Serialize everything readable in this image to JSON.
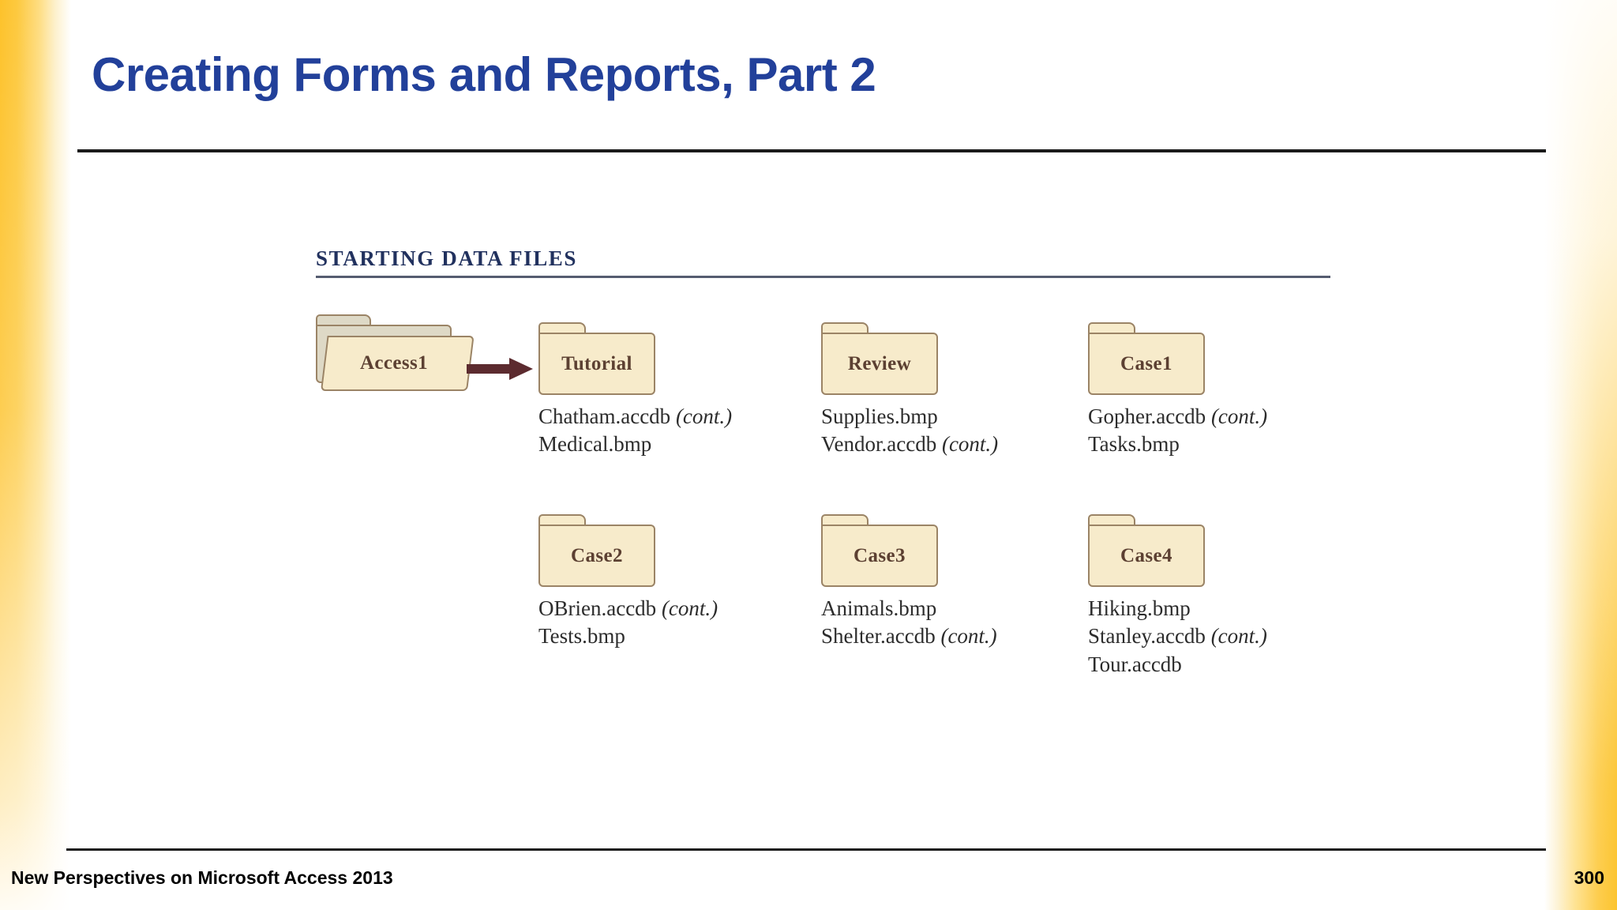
{
  "slide": {
    "title": "Creating Forms and Reports, Part 2",
    "section_heading": "STARTING DATA FILES"
  },
  "colors": {
    "title_blue": "#22409a",
    "heading_navy": "#21315e",
    "band_orange": "#fdc22b",
    "folder_fill": "#f7ebcb",
    "folder_border": "#9b8466",
    "folder_label": "#5c4032",
    "arrow_maroon": "#5c2b2f"
  },
  "source_folder": {
    "label": "Access1",
    "arrow": "arrow-right-icon"
  },
  "folders": [
    {
      "label": "Tutorial",
      "files": [
        {
          "name": "Chatham.accdb",
          "note": "(cont.)"
        },
        {
          "name": "Medical.bmp",
          "note": ""
        }
      ]
    },
    {
      "label": "Review",
      "files": [
        {
          "name": "Supplies.bmp",
          "note": ""
        },
        {
          "name": "Vendor.accdb",
          "note": "(cont.)"
        }
      ]
    },
    {
      "label": "Case1",
      "files": [
        {
          "name": "Gopher.accdb",
          "note": "(cont.)"
        },
        {
          "name": "Tasks.bmp",
          "note": ""
        }
      ]
    },
    {
      "label": "Case2",
      "files": [
        {
          "name": "OBrien.accdb",
          "note": "(cont.)"
        },
        {
          "name": "Tests.bmp",
          "note": ""
        }
      ]
    },
    {
      "label": "Case3",
      "files": [
        {
          "name": "Animals.bmp",
          "note": ""
        },
        {
          "name": "Shelter.accdb",
          "note": "(cont.)"
        }
      ]
    },
    {
      "label": "Case4",
      "files": [
        {
          "name": "Hiking.bmp",
          "note": ""
        },
        {
          "name": "Stanley.accdb",
          "note": "(cont.)"
        },
        {
          "name": "Tour.accdb",
          "note": ""
        }
      ]
    }
  ],
  "footer": {
    "text": "New Perspectives on Microsoft Access 2013",
    "page": "300"
  }
}
